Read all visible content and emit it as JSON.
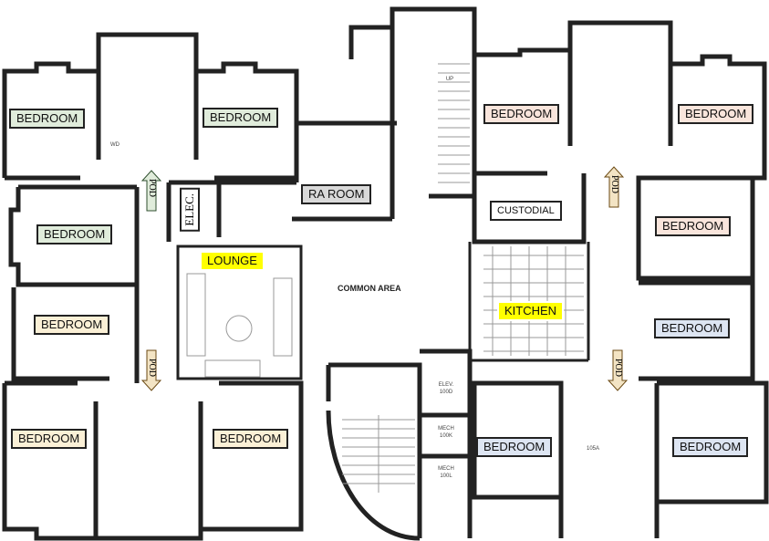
{
  "colors": {
    "green_room": "#e0ecdb",
    "peach_room": "#f9e5dc",
    "cream_room": "#fbf0d6",
    "blue_room": "#dde5f2",
    "highlight": "#ffff00",
    "ra_room": "#d9d9d9",
    "pod_green": "#e0ecdb",
    "pod_tan": "#f3e4c4"
  },
  "rooms": {
    "bedroom_tl1": "BEDROOM",
    "bedroom_tl2": "BEDROOM",
    "bedroom_l1": "BEDROOM",
    "bedroom_l2": "BEDROOM",
    "bedroom_bl1": "BEDROOM",
    "bedroom_bl2": "BEDROOM",
    "bedroom_tr1": "BEDROOM",
    "bedroom_tr2": "BEDROOM",
    "bedroom_r1": "BEDROOM",
    "bedroom_r2": "BEDROOM",
    "bedroom_br1": "BEDROOM",
    "bedroom_br2": "BEDROOM",
    "ra_room": "RA ROOM",
    "elec": "ELEC.",
    "lounge": "LOUNGE",
    "custodial": "CUSTODIAL",
    "kitchen": "KITCHEN",
    "common_area": "COMMON AREA"
  },
  "pods": [
    "POD",
    "POD",
    "POD",
    "POD"
  ],
  "small_labels": {
    "elev": "ELEV. 100D",
    "mech1": "MECH 100K",
    "mech2": "MECH 100L",
    "room105a": "105A",
    "wd": "WD",
    "up": "UP"
  }
}
